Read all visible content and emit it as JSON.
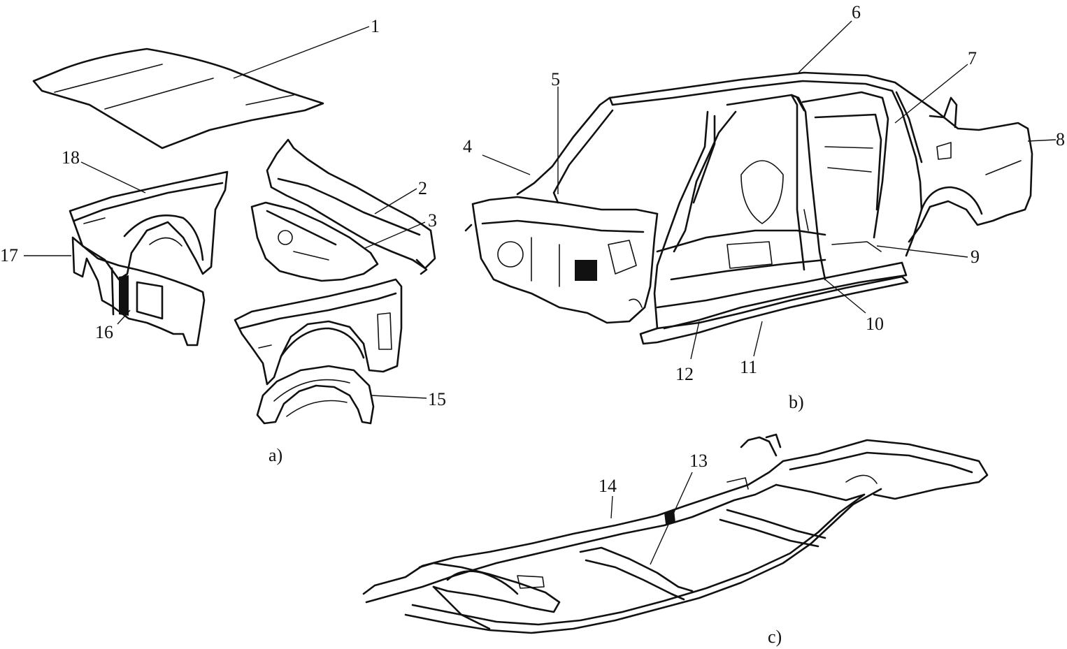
{
  "figure": {
    "captions": {
      "a": "a)",
      "b": "b)",
      "c": "c)"
    },
    "callouts": [
      {
        "id": "1",
        "label": "1"
      },
      {
        "id": "2",
        "label": "2"
      },
      {
        "id": "3",
        "label": "3"
      },
      {
        "id": "4",
        "label": "4"
      },
      {
        "id": "5",
        "label": "5"
      },
      {
        "id": "6",
        "label": "6"
      },
      {
        "id": "7",
        "label": "7"
      },
      {
        "id": "8",
        "label": "8"
      },
      {
        "id": "9",
        "label": "9"
      },
      {
        "id": "10",
        "label": "10"
      },
      {
        "id": "11",
        "label": "11"
      },
      {
        "id": "12",
        "label": "12"
      },
      {
        "id": "13",
        "label": "13"
      },
      {
        "id": "14",
        "label": "14"
      },
      {
        "id": "15",
        "label": "15"
      },
      {
        "id": "16",
        "label": "16"
      },
      {
        "id": "17",
        "label": "17"
      },
      {
        "id": "18",
        "label": "18"
      }
    ]
  }
}
